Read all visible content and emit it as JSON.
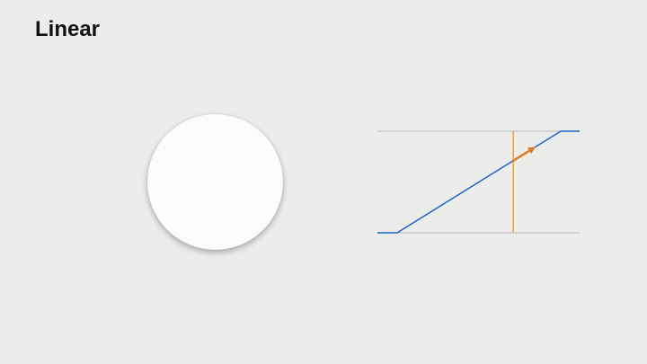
{
  "slide": {
    "title": "Linear"
  },
  "colors": {
    "background": "#ececeb",
    "ball": "#fcfcfc",
    "curve": "#1a66c9",
    "playhead": "#f0a526",
    "velocity_arrow": "#e07a22",
    "guide_lines": "#b9b9b9"
  },
  "animation": {
    "timing_function": "linear",
    "progress": 0.71
  }
}
